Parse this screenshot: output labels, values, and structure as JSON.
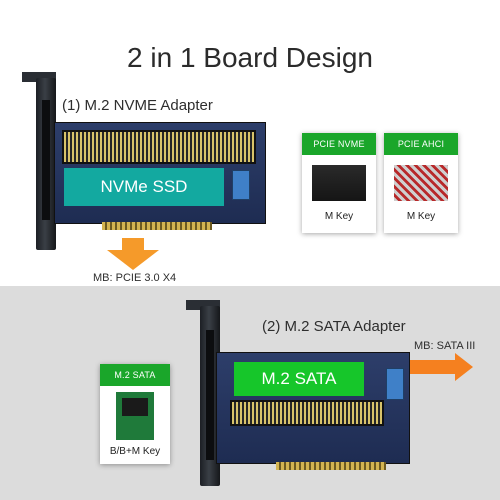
{
  "title": "2 in 1 Board Design",
  "nvme_adapter": {
    "label": "(1) M.2 NVME Adapter",
    "card_label": "NVMe SSD",
    "mb_label": "MB: PCIE 3.0 X4"
  },
  "sata_adapter": {
    "label": "(2) M.2 SATA Adapter",
    "card_label": "M.2 SATA",
    "mb_label": "MB: SATA III"
  },
  "key_cards": [
    {
      "header": "PCIE NVME",
      "caption": "M Key"
    },
    {
      "header": "PCIE AHCI",
      "caption": "M Key"
    }
  ],
  "sata_key_card": {
    "header": "M.2 SATA",
    "caption": "B/B+M Key"
  },
  "colors": {
    "accent_orange": "#f59a2a",
    "header_green": "#1aa62a",
    "nvme_teal": "#13a9a0",
    "sata_green": "#16c62a",
    "pcb_blue": "#24345e"
  }
}
